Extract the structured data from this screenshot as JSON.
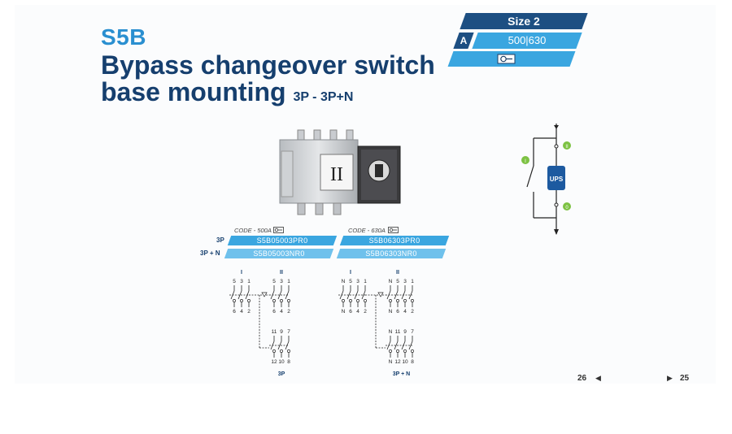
{
  "title": {
    "series": "S5B",
    "line1": "Bypass changeover switch",
    "line2": "base mounting",
    "poles": "3P - 3P+N"
  },
  "size_table": {
    "header": "Size 2",
    "row_label": "A",
    "value": "500|630",
    "key_icon": "key-icon"
  },
  "product_image": {
    "panel_label": "II"
  },
  "codes": {
    "col1_header": "CODE - 500A",
    "col2_header": "CODE - 630A",
    "rows": [
      {
        "label": "3P",
        "col1": "S5B05003PR0",
        "col2": "S5B06303PR0"
      },
      {
        "label": "3P + N",
        "col1": "S5B05003NR0",
        "col2": "S5B06303NR0"
      }
    ]
  },
  "wiring_3p": {
    "label": "3P",
    "pos_i": "I",
    "pos_ii": "II",
    "top_i": [
      "5",
      "3",
      "1"
    ],
    "bottom_i": [
      "6",
      "4",
      "2"
    ],
    "top_ii": [
      "5",
      "3",
      "1"
    ],
    "bottom_ii": [
      "6",
      "4",
      "2"
    ],
    "lower_top": [
      "11",
      "9",
      "7"
    ],
    "lower_bottom": [
      "12",
      "10",
      "8"
    ]
  },
  "wiring_3pn": {
    "label": "3P + N",
    "pos_i": "I",
    "pos_ii": "II",
    "top_i": [
      "N",
      "5",
      "3",
      "1"
    ],
    "bottom_i": [
      "N",
      "6",
      "4",
      "2"
    ],
    "top_ii": [
      "N",
      "5",
      "3",
      "1"
    ],
    "bottom_ii": [
      "N",
      "6",
      "4",
      "2"
    ],
    "lower_top": [
      "N",
      "11",
      "9",
      "7"
    ],
    "lower_bottom": [
      "N",
      "12",
      "10",
      "8"
    ]
  },
  "ups_diagram": {
    "box_label": "UPS",
    "marker_i": "I",
    "marker_ii": "II",
    "marker_0": "0"
  },
  "page_nav": {
    "left": "26",
    "right": "25"
  },
  "colors": {
    "navy": "#163f6e",
    "accent_blue": "#2a8fd0",
    "band_blue": "#3aa6e0",
    "marker_green": "#7dc243"
  }
}
